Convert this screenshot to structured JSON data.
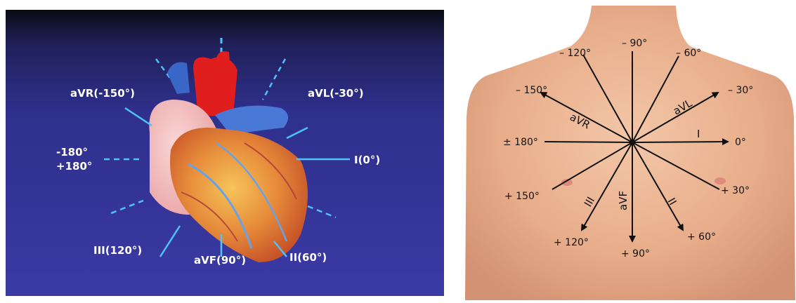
{
  "left_panel": {
    "labels": {
      "avr": "aVR(-150°)",
      "avl": "aVL(-30°)",
      "neg180": "-180°",
      "pos180": "+180°",
      "i": "I(0°)",
      "iii": "III(120°)",
      "avf": "aVF(90°)",
      "ii": "II(60°)"
    }
  },
  "right_panel": {
    "angles": {
      "m90": "– 90°",
      "m120": "– 120°",
      "m60": "– 60°",
      "m150": "– 150°",
      "m30": "– 30°",
      "pm180": "± 180°",
      "zero": "0°",
      "p150": "+ 150°",
      "p30": "+ 30°",
      "p120": "+ 120°",
      "p90": "+ 90°",
      "p60": "+ 60°"
    },
    "leads": {
      "avr": "aVR",
      "avl": "aVL",
      "i": "I",
      "iii": "III",
      "avf": "aVF",
      "ii": "II"
    }
  }
}
